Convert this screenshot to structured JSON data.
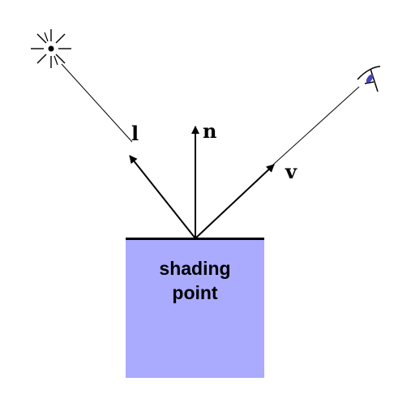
{
  "labels": {
    "light_vector": "l",
    "normal_vector": "n",
    "view_vector": "v",
    "shading_point_line1": "shading",
    "shading_point_line2": "point"
  },
  "icons": {
    "light_source": "sun-icon",
    "viewer": "eye-icon"
  },
  "colors": {
    "shading_point_fill": "#aaaaff",
    "eye_iris": "#4444bb",
    "stroke": "#000000"
  }
}
